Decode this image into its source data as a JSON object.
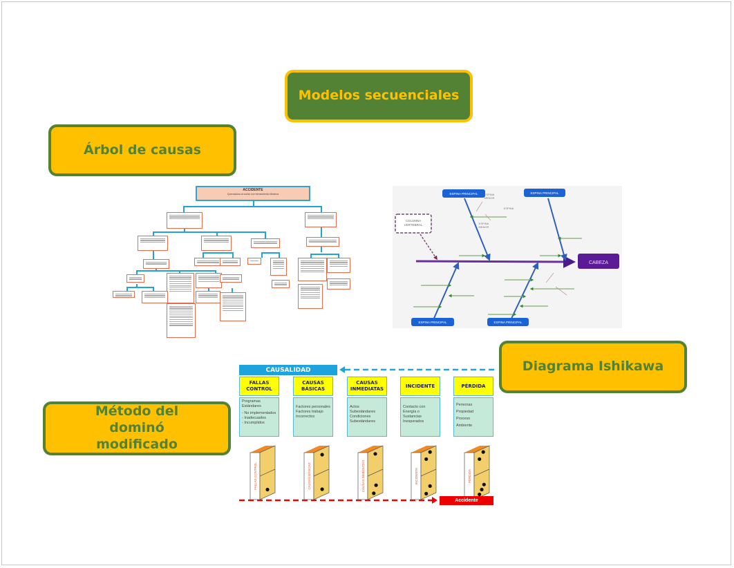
{
  "slide": {
    "title": "Modelos secuenciales",
    "labels": {
      "arbol": "Árbol de causas",
      "ishikawa": "Diagrama Ishikawa",
      "domino": "Método del dominó modificado"
    }
  },
  "colors": {
    "label_fill": "#ffc000",
    "label_border": "#548235",
    "title_fill": "#548235",
    "title_text": "#ffc000"
  },
  "tree": {
    "root_title": "ACCIDENTE",
    "root_subtitle": "Quemadura al cortar con herramienta eléctrica"
  },
  "ishikawa": {
    "head": "CABEZA",
    "spine_label": "COLUMNA VERTEBRAL",
    "main_bone_labels": [
      "ESPINA PRINCIPAL",
      "ESPINA PRINCIPAL",
      "ESPINA PRINCIPAL",
      "ESPINA PRINCIPAL"
    ],
    "minor_labels": [
      "ESPINA MENOR",
      "ESPINA",
      "ESPINA MENOR"
    ]
  },
  "domino": {
    "causality": "CAUSALIDAD",
    "accident": "Accidente",
    "columns": [
      {
        "head": "FALLAS CONTROL",
        "items": [
          "Programas",
          "Estándares",
          "- No implementados",
          "- Inadecuados",
          "- Incumplidos"
        ],
        "tile_label": "FALLAS CONTROL"
      },
      {
        "head": "CAUSAS BÁSICAS",
        "items": [
          "Factores personales",
          "Factores trabajo",
          "Incorrectos"
        ],
        "tile_label": "CAUSAS BÁSICAS"
      },
      {
        "head": "CAUSAS INMEDIATAS",
        "items": [
          "Actos Subestándares",
          "Condiciones Subestándares"
        ],
        "tile_label": "CAUSAS INMEDIATAS"
      },
      {
        "head": "INCIDENTE",
        "items": [
          "Contacto con Energía o Sustancias",
          "Inesperados"
        ],
        "tile_label": "INCIDENTE"
      },
      {
        "head": "PÉRDIDA",
        "items": [
          "Personas",
          "Propiedad",
          "Proceso",
          "Ambiente"
        ],
        "tile_label": "PÉRDIDA"
      }
    ]
  }
}
